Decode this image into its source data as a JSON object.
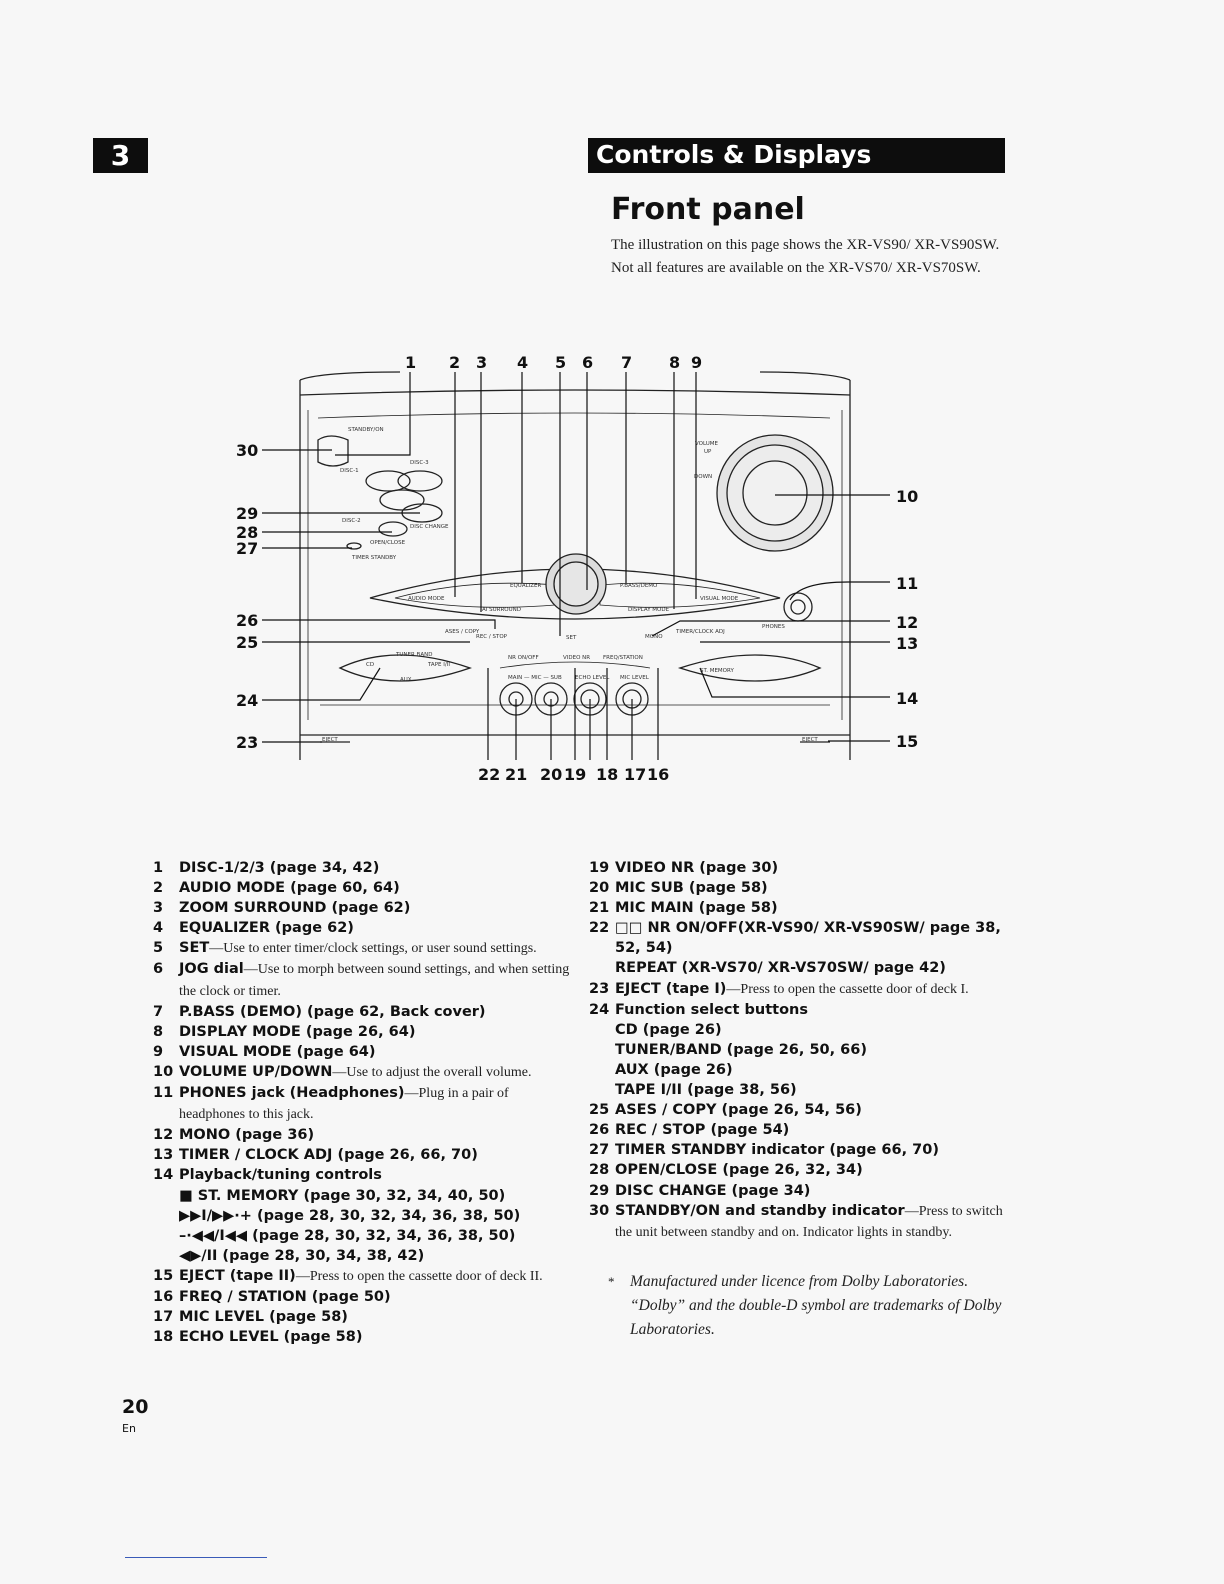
{
  "header": {
    "chapter_number": "3",
    "section_title": "Controls & Displays"
  },
  "page_title": "Front panel",
  "intro": "The illustration on this page shows the XR-VS90/ XR-VS90SW. Not all features are available on the XR-VS70/ XR-VS70SW.",
  "diagram": {
    "callouts_top": [
      "1",
      "2",
      "3",
      "4",
      "5",
      "6",
      "7",
      "8",
      "9"
    ],
    "callouts_right": [
      "10",
      "11",
      "12",
      "13",
      "14",
      "15"
    ],
    "callouts_bottom": [
      "22",
      "21",
      "20",
      "19",
      "18",
      "17",
      "16"
    ],
    "callouts_left": [
      "30",
      "29",
      "28",
      "27",
      "26",
      "25",
      "24",
      "23"
    ],
    "panel_labels": {
      "standby": "STANDBY/ON",
      "disc1": "DISC-1",
      "disc2": "DISC-2",
      "disc3": "DISC-3",
      "disc_change": "DISC CHANGE",
      "open_close": "OPEN/CLOSE",
      "timer_standby": "TIMER STANDBY",
      "audio_mode": "AUDIO MODE",
      "equalizer": "EQUALIZER",
      "surround": "AI SURROUND",
      "pbass": "P.BASS/DEMO",
      "display_mode": "DISPLAY MODE",
      "visual_mode": "VISUAL MODE",
      "set": "SET",
      "volume": "VOLUME",
      "up": "UP",
      "down": "DOWN",
      "phones": "PHONES",
      "ases": "ASES / COPY",
      "rec": "REC / STOP",
      "mono": "MONO",
      "timer_clock": "TIMER/CLOCK ADJ",
      "cd": "CD",
      "tuner": "TUNER BAND",
      "tape": "TAPE I/II",
      "aux": "AUX",
      "nr": "NR ON/OFF",
      "video_nr": "VIDEO NR",
      "freq": "FREQ/STATION",
      "mic_main_sub": "MAIN — MIC — SUB",
      "echo_level": "ECHO LEVEL",
      "mic_level": "MIC LEVEL",
      "st_memory": "ST. MEMORY",
      "eject": "EJECT"
    }
  },
  "left_list": [
    {
      "n": "1",
      "t": "DISC-1/2/3 (page 34, 42)",
      "d": ""
    },
    {
      "n": "2",
      "t": "AUDIO MODE (page 60, 64)",
      "d": ""
    },
    {
      "n": "3",
      "t": "ZOOM  SURROUND (page 62)",
      "d": ""
    },
    {
      "n": "4",
      "t": "EQUALIZER (page 62)",
      "d": ""
    },
    {
      "n": "5",
      "t": "SET",
      "d": "—Use to enter timer/clock settings, or user sound settings."
    },
    {
      "n": "6",
      "t": "JOG dial",
      "d": "—Use to morph between sound settings, and when setting the clock or timer."
    },
    {
      "n": "7",
      "t": "P.BASS (DEMO) (page 62, Back cover)",
      "d": ""
    },
    {
      "n": "8",
      "t": "DISPLAY MODE (page 26, 64)",
      "d": ""
    },
    {
      "n": "9",
      "t": "VISUAL MODE (page 64)",
      "d": ""
    },
    {
      "n": "10",
      "t": "VOLUME UP/DOWN",
      "d": "—Use to adjust the overall volume."
    },
    {
      "n": "11",
      "t": "PHONES jack (Headphones)",
      "d": "—Plug in a pair of headphones to this jack."
    },
    {
      "n": "12",
      "t": "MONO (page 36)",
      "d": ""
    },
    {
      "n": "13",
      "t": "TIMER / CLOCK ADJ (page 26, 66, 70)",
      "d": ""
    },
    {
      "n": "14",
      "t": "Playback/tuning controls",
      "d": "",
      "subs": [
        "■ ST. MEMORY (page 30, 32, 34, 40, 50)",
        "▶▶I/▶▶·+ (page 28, 30, 32, 34, 36, 38, 50)",
        "–·◀◀/I◀◀ (page 28, 30, 32, 34, 36, 38, 50)",
        "◀▶/II (page 28, 30, 34, 38, 42)"
      ]
    },
    {
      "n": "15",
      "t": "EJECT (tape II)",
      "d": "—Press to open the cassette door of deck II."
    },
    {
      "n": "16",
      "t": "FREQ / STATION (page 50)",
      "d": ""
    },
    {
      "n": "17",
      "t": "MIC LEVEL (page 58)",
      "d": ""
    },
    {
      "n": "18",
      "t": "ECHO LEVEL (page 58)",
      "d": ""
    }
  ],
  "right_list": [
    {
      "n": "19",
      "t": "VIDEO NR (page 30)",
      "d": ""
    },
    {
      "n": "20",
      "t": "MIC SUB (page 58)",
      "d": ""
    },
    {
      "n": "21",
      "t": "MIC MAIN (page 58)",
      "d": ""
    },
    {
      "n": "22",
      "t": "□□ NR ON/OFF(XR-VS90/ XR-VS90SW/ page 38, 52, 54)",
      "d": "",
      "subs": [
        "REPEAT (XR-VS70/ XR-VS70SW/ page 42)"
      ]
    },
    {
      "n": "23",
      "t": "EJECT (tape I)",
      "d": "—Press to open the cassette door of deck I."
    },
    {
      "n": "24",
      "t": "Function select buttons",
      "d": "",
      "subs": [
        "CD (page 26)",
        "TUNER/BAND (page 26, 50, 66)",
        "AUX (page 26)",
        "TAPE I/II (page 38, 56)"
      ]
    },
    {
      "n": "25",
      "t": "ASES / COPY (page 26, 54, 56)",
      "d": ""
    },
    {
      "n": "26",
      "t": "REC / STOP (page 54)",
      "d": ""
    },
    {
      "n": "27",
      "t": "TIMER STANDBY indicator (page 66, 70)",
      "d": ""
    },
    {
      "n": "28",
      "t": "OPEN/CLOSE (page 26, 32, 34)",
      "d": ""
    },
    {
      "n": "29",
      "t": "DISC CHANGE (page 34)",
      "d": ""
    },
    {
      "n": "30",
      "t": "STANDBY/ON and standby indicator",
      "d": "—Press to switch the unit between standby and on. Indicator lights in standby."
    }
  ],
  "footnote": {
    "mark": "*",
    "text": "Manufactured under licence from Dolby Laboratories. “Dolby” and the double-D symbol are trademarks of Dolby Laboratories."
  },
  "footer": {
    "page_number": "20",
    "language": "En"
  }
}
